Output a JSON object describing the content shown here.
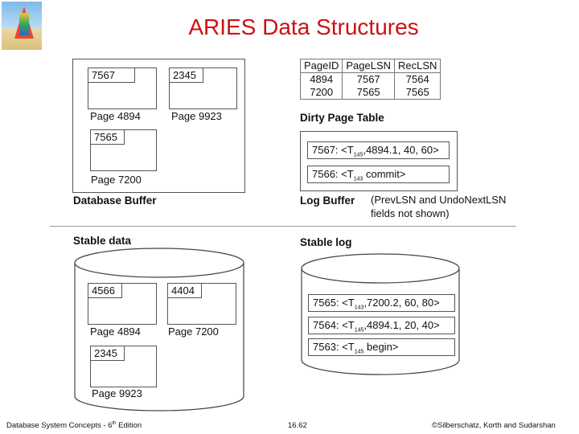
{
  "title": "ARIES Data Structures",
  "database_buffer": {
    "label": "Database Buffer",
    "pages": [
      {
        "lsn": "7567",
        "name": "Page 4894"
      },
      {
        "lsn": "2345",
        "name": "Page 9923"
      },
      {
        "lsn": "7565",
        "name": "Page 7200"
      }
    ]
  },
  "dirty_page_table": {
    "label": "Dirty Page Table",
    "headers": [
      "PageID",
      "PageLSN",
      "RecLSN"
    ],
    "rows": [
      [
        "4894",
        "7567",
        "7564"
      ],
      [
        "7200",
        "7565",
        "7565"
      ]
    ]
  },
  "log_buffer": {
    "label": "Log Buffer",
    "note_line1": "(PrevLSN and UndoNextLSN",
    "note_line2": "fields not shown)",
    "records": [
      {
        "prefix": "7567: <T",
        "sub": "145",
        "suffix": ",4894.1, 40, 60>"
      },
      {
        "prefix": "7566: <T",
        "sub": "143",
        "suffix": " commit>"
      }
    ]
  },
  "stable_data": {
    "label": "Stable data",
    "pages": [
      {
        "lsn": "4566",
        "name": "Page 4894"
      },
      {
        "lsn": "4404",
        "name": "Page 7200"
      },
      {
        "lsn": "2345",
        "name": "Page 9923"
      }
    ]
  },
  "stable_log": {
    "label": "Stable log",
    "records": [
      {
        "prefix": "7565: <T",
        "sub": "143",
        "suffix": ",7200.2, 60, 80>"
      },
      {
        "prefix": "7564: <T",
        "sub": "145",
        "suffix": ",4894.1, 20, 40>"
      },
      {
        "prefix": "7563: <T",
        "sub": "145",
        "suffix": " begin>"
      }
    ]
  },
  "footer": {
    "left_text": "Database System Concepts - 6",
    "left_sup": "th",
    "left_tail": " Edition",
    "center": "16.62",
    "right": "©Silberschatz, Korth and Sudarshan"
  }
}
